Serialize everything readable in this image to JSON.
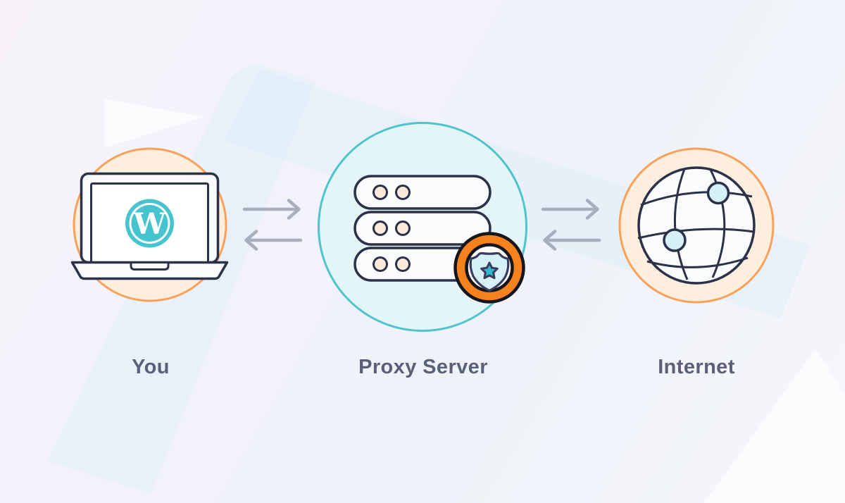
{
  "diagram": {
    "nodes": [
      {
        "id": "you",
        "label": "You",
        "icon": "laptop-with-wordpress-logo",
        "logo_text": "W"
      },
      {
        "id": "proxy-server",
        "label": "Proxy Server",
        "icon": "server-stack-with-shield-badge"
      },
      {
        "id": "internet",
        "label": "Internet",
        "icon": "globe-with-nodes"
      }
    ],
    "connections": [
      {
        "from": "you",
        "to": "proxy-server",
        "type": "bidirectional-arrows"
      },
      {
        "from": "proxy-server",
        "to": "internet",
        "type": "bidirectional-arrows"
      }
    ]
  },
  "colors": {
    "orange": "#f8a15b",
    "peach": "#fdeede",
    "peach_dot": "#fce9d9",
    "teal": "#4fc4cc",
    "teal_light": "#e4f5f7",
    "navy": "#2a3148",
    "icon_white": "#f9fbfd",
    "badge_orange": "#f5821f",
    "badge_outline": "#15151c",
    "shield_blue": "#d6f0f7",
    "shield_outline": "#3b3b5e",
    "star_teal": "#2fb8cc",
    "wp_teal": "#45c3cf",
    "arrow_gray": "#a9aebd",
    "label_color": "#5a6077",
    "bg_shape": "#ddeef7"
  }
}
